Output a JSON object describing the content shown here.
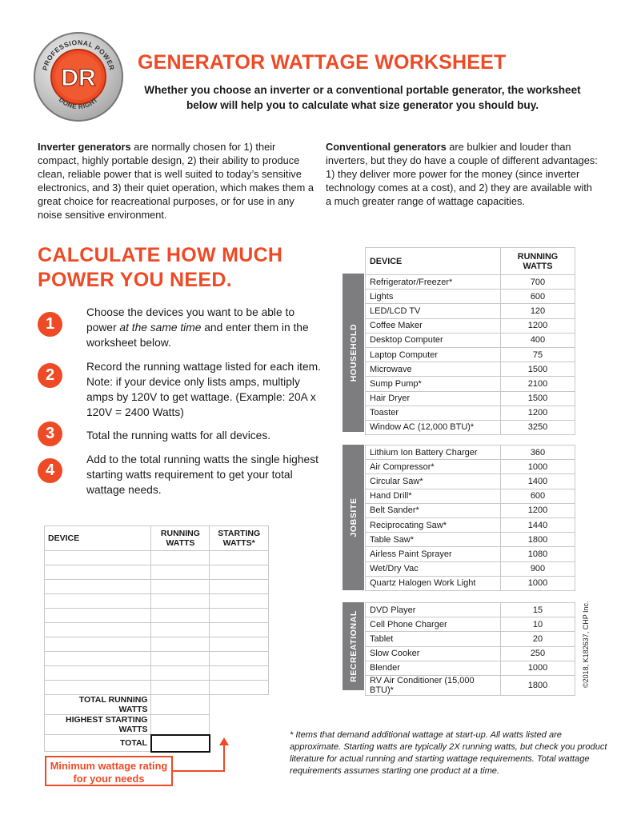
{
  "logo": {
    "letters": "DR",
    "ring_top": "PROFESSIONAL POWER",
    "ring_bottom": "DONE RIGHT",
    "brand_color": "#ee4a25"
  },
  "title": "GENERATOR WATTAGE WORKSHEET",
  "subtitle": "Whether you choose an inverter or a conventional portable generator, the worksheet below will help you to calculate what size generator you should buy.",
  "intro_left": {
    "bold": "Inverter generators",
    "text": " are normally chosen for 1) their compact, highly portable design, 2) their ability to produce clean, reliable power that is well suited to today’s sensitive electronics, and 3) their quiet operation, which makes them a great choice for reacreational purposes, or for use in any noise sensitive environment."
  },
  "intro_right": {
    "bold": "Conventional generators",
    "text": " are bulkier and louder than inverters, but they do have a couple of different advantages: 1) they deliver more power for the money (since inverter technology comes at a cost), and 2) they are available with a much greater range of wattage capacities."
  },
  "calc_heading_line1": "CALCULATE HOW MUCH",
  "calc_heading_line2": "POWER YOU NEED.",
  "steps": [
    {
      "num": "1",
      "pre": "Choose the devices you want to be able to power ",
      "em": "at the same time",
      "post": " and enter them in the worksheet below."
    },
    {
      "num": "2",
      "text": "Record the running wattage listed for each item. Note: if your device only lists amps, multiply amps by 120V to get wattage. (Example: 20A x 120V = 2400 Watts)"
    },
    {
      "num": "3",
      "text": "Total the running watts for all devices."
    },
    {
      "num": "4",
      "text": "Add to the total running watts the single highest starting watts requirement to get your total wattage needs."
    }
  ],
  "worksheet": {
    "col_device": "DEVICE",
    "col_running": "RUNNING WATTS",
    "col_starting": "STARTING WATTS*",
    "total_running": "TOTAL RUNNING WATTS",
    "highest_starting": "HIGHEST STARTING WATTS",
    "total": "TOTAL"
  },
  "min_note": "Minimum wattage rating for your needs",
  "device_table": {
    "col_device": "DEVICE",
    "col_running": "RUNNING WATTS",
    "groups": [
      {
        "label": "HOUSEHOLD",
        "rows": [
          {
            "device": "Refrigerator/Freezer*",
            "watts": "700"
          },
          {
            "device": "Lights",
            "watts": "600"
          },
          {
            "device": "LED/LCD TV",
            "watts": "120"
          },
          {
            "device": "Coffee Maker",
            "watts": "1200"
          },
          {
            "device": "Desktop Computer",
            "watts": "400"
          },
          {
            "device": "Laptop Computer",
            "watts": "75"
          },
          {
            "device": "Microwave",
            "watts": "1500"
          },
          {
            "device": "Sump Pump*",
            "watts": "2100"
          },
          {
            "device": "Hair Dryer",
            "watts": "1500"
          },
          {
            "device": "Toaster",
            "watts": "1200"
          },
          {
            "device": "Window AC (12,000 BTU)*",
            "watts": "3250"
          }
        ]
      },
      {
        "label": "JOBSITE",
        "rows": [
          {
            "device": "Lithium Ion Battery Charger",
            "watts": "360"
          },
          {
            "device": "Air Compressor*",
            "watts": "1000"
          },
          {
            "device": "Circular Saw*",
            "watts": "1400"
          },
          {
            "device": "Hand Drill*",
            "watts": "600"
          },
          {
            "device": "Belt Sander*",
            "watts": "1200"
          },
          {
            "device": "Reciprocating Saw*",
            "watts": "1440"
          },
          {
            "device": "Table Saw*",
            "watts": "1800"
          },
          {
            "device": "Airless Paint Sprayer",
            "watts": "1080"
          },
          {
            "device": "Wet/Dry Vac",
            "watts": "900"
          },
          {
            "device": "Quartz Halogen Work Light",
            "watts": "1000"
          }
        ]
      },
      {
        "label": "RECREATIONAL",
        "rows": [
          {
            "device": "DVD Player",
            "watts": "15"
          },
          {
            "device": "Cell Phone Charger",
            "watts": "10"
          },
          {
            "device": "Tablet",
            "watts": "20"
          },
          {
            "device": "Slow Cooker",
            "watts": "250"
          },
          {
            "device": "Blender",
            "watts": "1000"
          },
          {
            "device": "RV Air Conditioner (15,000 BTU)*",
            "watts": "1800"
          }
        ]
      }
    ]
  },
  "copyright": "©2018, K182637, CHP Inc.",
  "footnote": "* Items that demand additional wattage at start-up. All watts listed are approximate. Starting watts are typically 2X running watts, but check you product literature for actual running and starting wattage requirements. Total wattage requirements assumes starting one product at a time."
}
